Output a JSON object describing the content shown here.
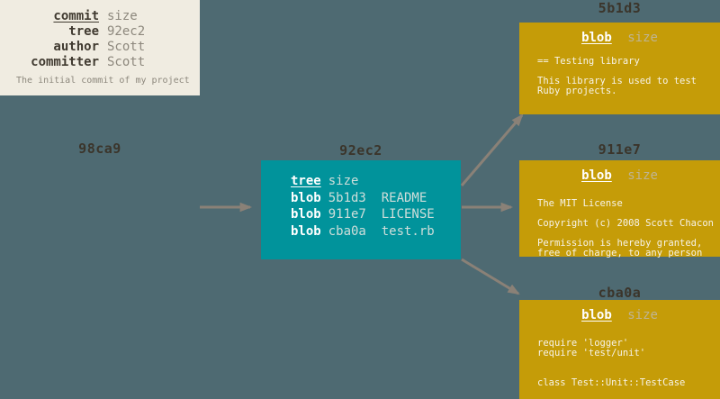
{
  "colors": {
    "bg": "#4e6a72",
    "commit-box": "#f0ece1",
    "tree-box": "#01939b",
    "blob-box": "#c59c08",
    "arrow": "#8a8177",
    "label-text": "#3b352b",
    "key-dark": "#403a30",
    "muted-dark": "#8d887d",
    "tree-muted": "#cfdeda",
    "blob-muted": "#bfb493",
    "blob-text": "#f7f3e8"
  },
  "nodes": {
    "commit": {
      "label": "98ca9",
      "rows": [
        {
          "key": "commit",
          "value": "size"
        },
        {
          "key": "tree",
          "value": "92ec2"
        },
        {
          "key": "author",
          "value": "Scott"
        },
        {
          "key": "committer",
          "value": "Scott"
        }
      ],
      "message": "The initial commit of my project"
    },
    "tree": {
      "label": "92ec2",
      "rows": [
        {
          "type": "tree",
          "rest": "size"
        },
        {
          "type": "blob",
          "rest": "5b1d3  README"
        },
        {
          "type": "blob",
          "rest": "911e7  LICENSE"
        },
        {
          "type": "blob",
          "rest": "cba0a  test.rb"
        }
      ]
    },
    "blobs": [
      {
        "label": "5b1d3",
        "header": {
          "type": "blob",
          "size": "size"
        },
        "lines": [
          "== Testing library",
          "",
          "This library is used to test",
          "Ruby projects."
        ]
      },
      {
        "label": "911e7",
        "header": {
          "type": "blob",
          "size": "size"
        },
        "lines": [
          "The MIT License",
          "",
          "Copyright (c) 2008 Scott Chacon",
          "",
          "Permission is hereby granted,",
          "free of charge, to any person"
        ]
      },
      {
        "label": "cba0a",
        "header": {
          "type": "blob",
          "size": "size"
        },
        "lines": [
          "require 'logger'",
          "require 'test/unit'",
          "",
          "",
          "class Test::Unit::TestCase"
        ]
      }
    ]
  }
}
